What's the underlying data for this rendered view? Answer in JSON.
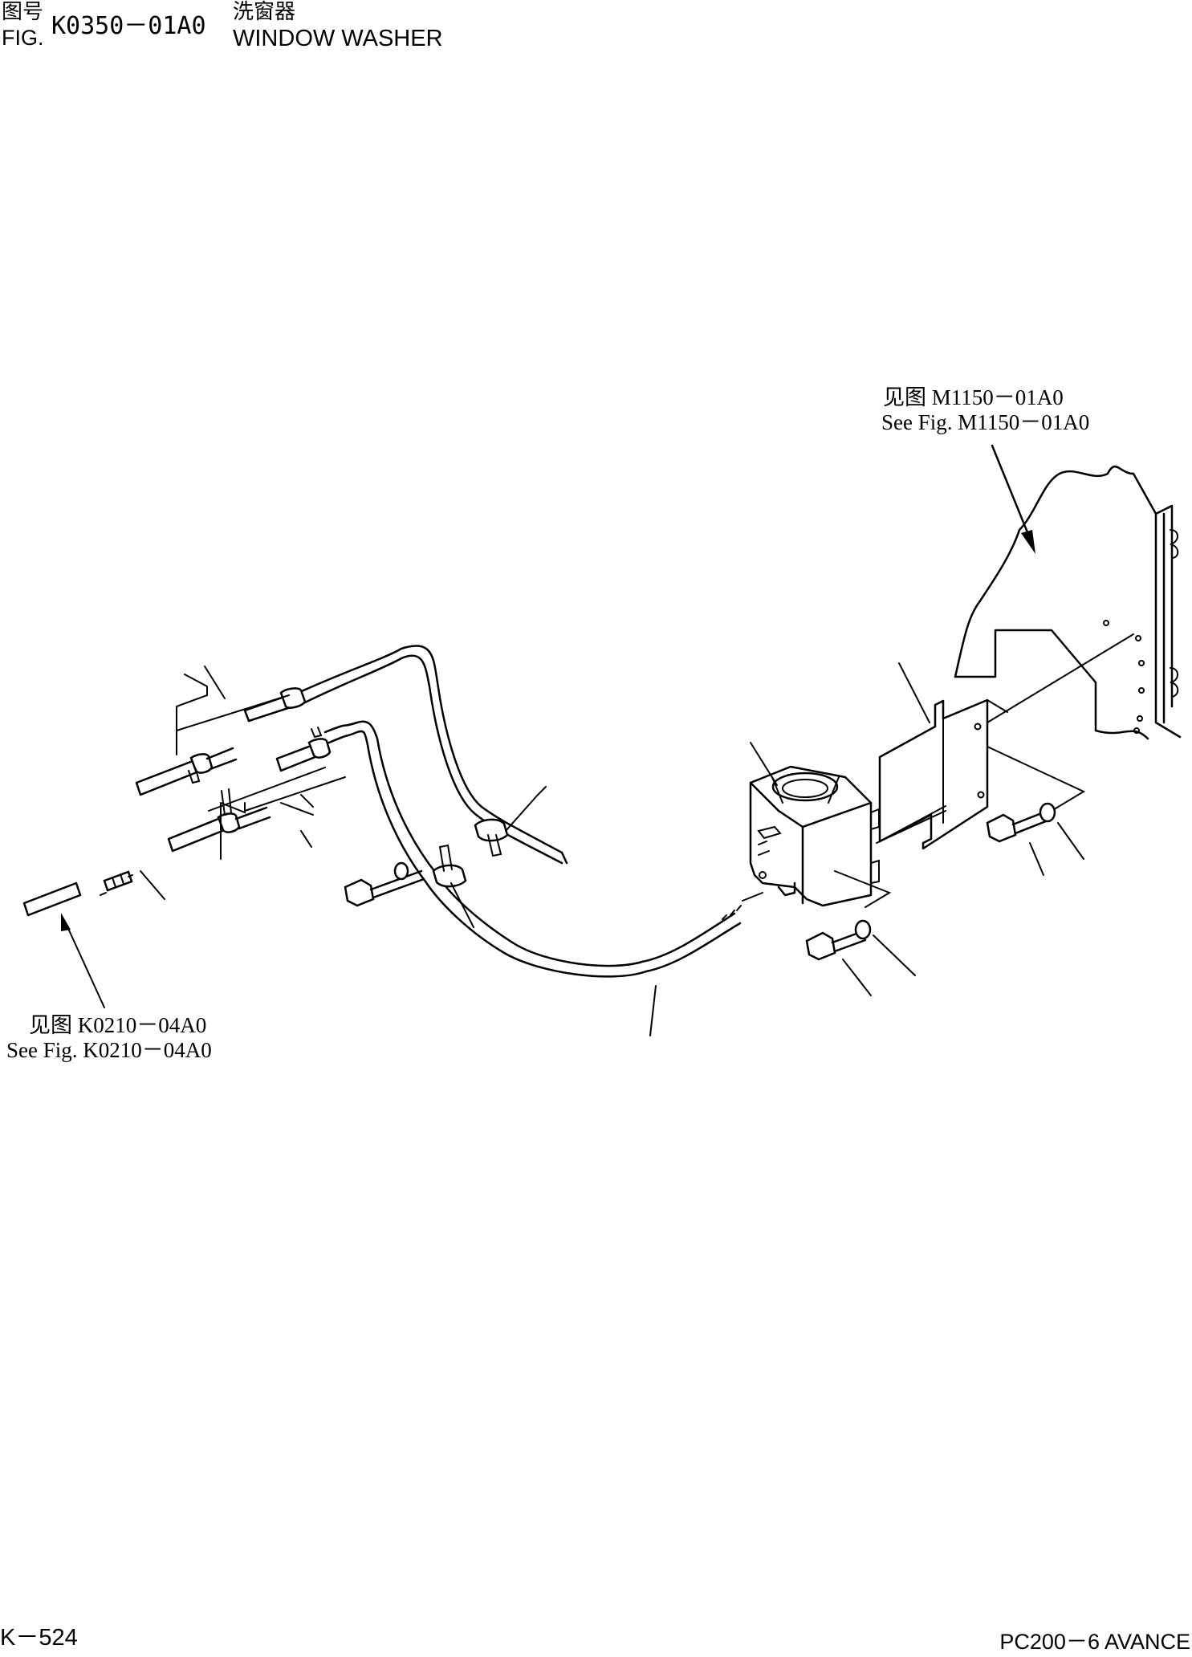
{
  "header": {
    "fig_label_cn": "图号",
    "fig_label_en": "FIG.",
    "fig_code": "K0350－01A0",
    "title_cn": "洗窗器",
    "title_en": "WINDOW WASHER"
  },
  "references": [
    {
      "cn": "见图 M1150－01A0",
      "en": "See Fig. M1150－01A0"
    },
    {
      "cn": "见图 K0210－04A0",
      "en": "See Fig. K0210－04A0"
    }
  ],
  "footer": {
    "page_number": "K－524",
    "model": "PC200－6 AVANCE"
  }
}
